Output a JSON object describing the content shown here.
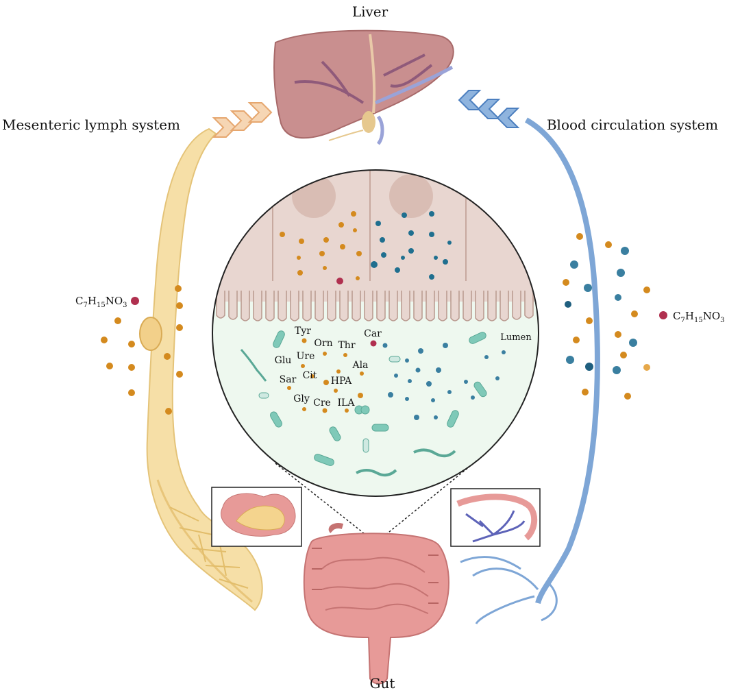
{
  "labels": {
    "liver": "Liver",
    "gut": "Gut",
    "lymph": "Mesenteric lymph system",
    "blood": "Blood circulation system",
    "lumen": "Lumen"
  },
  "formula": {
    "c": "C",
    "n7": "7",
    "h": "H",
    "n15": "15",
    "no": "NO",
    "n3": "3"
  },
  "metabolites": [
    "Tyr",
    "Orn",
    "Thr",
    "Car",
    "Glu",
    "Ure",
    "Ala",
    "Sar",
    "Cit",
    "HPA",
    "Gly",
    "Cre",
    "ILA"
  ],
  "colors": {
    "lymph": "#f3d38e",
    "blood": "#7ea6d6",
    "orange_dot": "#d48a1e",
    "blue_dot": "#1f6f8f",
    "red_dot": "#b0304f",
    "liver": "#c98f8f",
    "gut": "#e79a98",
    "epithelium": "#e8d6d0",
    "lumen_bg": "#eef8ef",
    "bacteria": "#7fc9b8"
  },
  "icons": [
    "lymph-chevron-icon",
    "blood-chevron-icon",
    "liver-icon",
    "gut-icon",
    "bacteria-icon",
    "lymph-node-icon"
  ]
}
